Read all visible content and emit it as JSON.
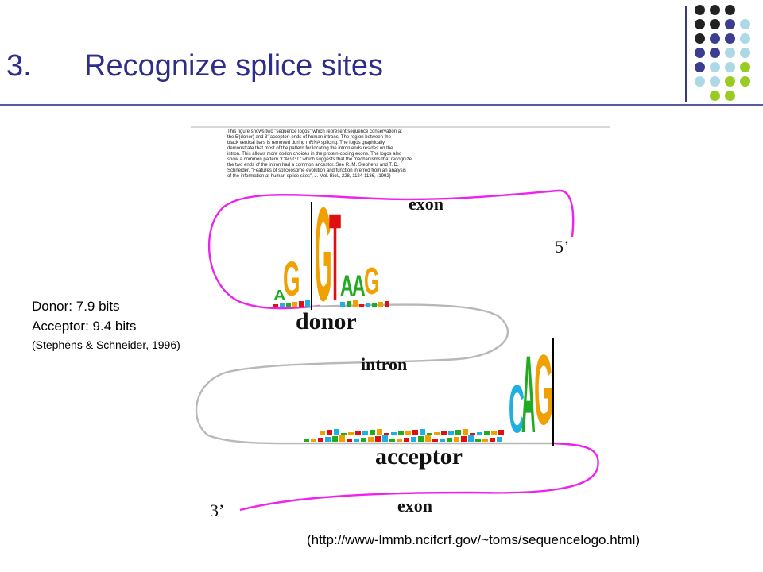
{
  "slide": {
    "number": "3.",
    "title": "Recognize splice sites"
  },
  "stats": {
    "donor": "Donor: 7.9 bits",
    "acceptor": "Acceptor: 9.4 bits",
    "citation": "(Stephens & Schneider, 1996)"
  },
  "source_url": "(http://www-lmmb.ncifcrf.gov/~toms/sequencelogo.html)",
  "figure": {
    "caption_lines": [
      "This figure shows two \"sequence logos\" which represent sequence conservation at",
      "the 5'(donor) and 3'(acceptor) ends of human introns. The region between the",
      "black vertical bars is removed during mRNA splicing. The logos graphically",
      "demonstrate that most of the pattern for locating the intron ends resides on the",
      "intron. This allows more codon choices in the protein-coding exons. The logos also",
      "show a common pattern \"CAG|GT\" which suggests that the mechanisms that recognize",
      "the two ends of the intron had a common ancestor. See R. M. Stephens and T. D.",
      "Schneider, \"Features of spliceosome evolution and function inferred from an analysis",
      "of the information at human splice sites\", J. Mol. Biol., 228, 1124-1136, (1992)"
    ],
    "label_exon_top": "exon",
    "label_five_prime": "5’",
    "label_donor": "donor",
    "label_intron": "intron",
    "label_acceptor": "acceptor",
    "label_three_prime": "3’",
    "label_exon_bottom": "exon",
    "donor_logo": [
      {
        "letter": "A",
        "color": "#22aa22"
      },
      {
        "letter": "G",
        "color": "#f0a000"
      },
      {
        "letter": "G",
        "color": "#f0a000"
      },
      {
        "letter": "T",
        "color": "#e01010"
      },
      {
        "letter": "A",
        "color": "#22aa22"
      },
      {
        "letter": "A",
        "color": "#22aa22"
      },
      {
        "letter": "G",
        "color": "#f0a000"
      }
    ],
    "acceptor_logo": [
      {
        "letter": "C",
        "color": "#20b0e0"
      },
      {
        "letter": "A",
        "color": "#22aa22"
      },
      {
        "letter": "G",
        "color": "#f0a000"
      }
    ],
    "colors": {
      "exon_curve": "#ee22ee",
      "intron_curve": "#b8b8b8",
      "title": "#2e2e8a"
    }
  },
  "decor_dots": [
    [
      "#222222",
      "#222222",
      "#222222",
      ""
    ],
    [
      "#222222",
      "#222222",
      "#3d3d8f",
      "#add8e6"
    ],
    [
      "#222222",
      "#3d3d8f",
      "#3d3d8f",
      "#add8e6"
    ],
    [
      "#3d3d8f",
      "#3d3d8f",
      "#add8e6",
      "#add8e6"
    ],
    [
      "#3d3d8f",
      "#add8e6",
      "#add8e6",
      "#99cc22"
    ],
    [
      "#add8e6",
      "#add8e6",
      "#99cc22",
      "#99cc22"
    ],
    [
      "",
      "#99cc22",
      "#99cc22",
      ""
    ]
  ]
}
